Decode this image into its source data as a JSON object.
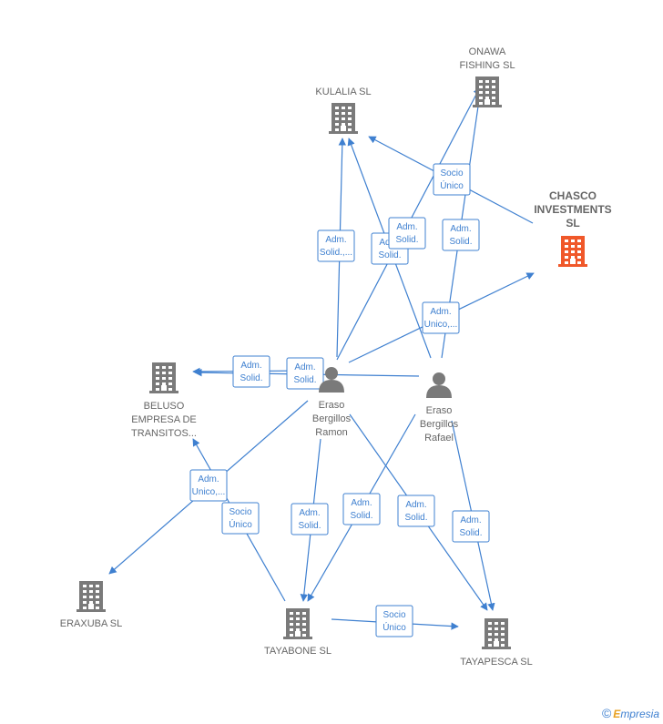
{
  "diagram": {
    "nodes": [
      {
        "id": "kulalia",
        "type": "company",
        "label": [
          "KULALIA  SL"
        ]
      },
      {
        "id": "onawa",
        "type": "company",
        "label": [
          "ONAWA",
          "FISHING  SL"
        ]
      },
      {
        "id": "chasco",
        "type": "company-main",
        "label": [
          "CHASCO",
          "INVESTMENTS",
          "SL"
        ]
      },
      {
        "id": "beluso",
        "type": "company",
        "label": [
          "BELUSO",
          "EMPRESA DE",
          "TRANSITOS..."
        ]
      },
      {
        "id": "ramon",
        "type": "person",
        "label": [
          "Eraso",
          "Bergillos",
          "Ramon"
        ]
      },
      {
        "id": "rafael",
        "type": "person",
        "label": [
          "Eraso",
          "Bergillos",
          "Rafael"
        ]
      },
      {
        "id": "eraxuba",
        "type": "company",
        "label": [
          "ERAXUBA  SL"
        ]
      },
      {
        "id": "tayabone",
        "type": "company",
        "label": [
          "TAYABONE  SL"
        ]
      },
      {
        "id": "tayapesca",
        "type": "company",
        "label": [
          "TAYAPESCA  SL"
        ]
      }
    ],
    "edges": [
      {
        "from": "rafael",
        "to": "chasco",
        "label": [
          "Socio",
          "Único"
        ]
      },
      {
        "from": "ramon",
        "to": "kulalia",
        "label": [
          "Adm.",
          "Solid.,..."
        ]
      },
      {
        "from": "rafael",
        "to": "kulalia",
        "label": [
          "Adm.",
          "Solid."
        ]
      },
      {
        "from": "ramon",
        "to": "onawa",
        "label": [
          "Adm.",
          "Solid."
        ]
      },
      {
        "from": "rafael",
        "to": "onawa",
        "label": [
          "Adm.",
          "Solid."
        ]
      },
      {
        "from": "ramon",
        "to": "chasco",
        "label": [
          "Adm.",
          "Unico,..."
        ]
      },
      {
        "from": "ramon",
        "to": "beluso",
        "label": [
          "Adm.",
          "Solid."
        ]
      },
      {
        "from": "rafael",
        "to": "beluso",
        "label": [
          "Adm.",
          "Solid."
        ]
      },
      {
        "from": "ramon",
        "to": "eraxuba",
        "label": [
          "Adm.",
          "Unico,..."
        ]
      },
      {
        "from": "tayabone",
        "to": "beluso",
        "label": [
          "Socio",
          "Único"
        ]
      },
      {
        "from": "ramon",
        "to": "tayabone",
        "label": [
          "Adm.",
          "Solid."
        ]
      },
      {
        "from": "rafael",
        "to": "tayabone",
        "label": [
          "Adm.",
          "Solid."
        ]
      },
      {
        "from": "ramon",
        "to": "tayapesca",
        "label": [
          "Adm.",
          "Solid."
        ]
      },
      {
        "from": "rafael",
        "to": "tayapesca",
        "label": [
          "Adm.",
          "Solid."
        ]
      },
      {
        "from": "tayabone",
        "to": "tayapesca",
        "label": [
          "Socio",
          "Único"
        ]
      }
    ]
  },
  "colors": {
    "edge": "#3f80d0",
    "company": "#7a7a7a",
    "main_company": "#f0582a",
    "person": "#7a7a7a",
    "label": "#666666"
  },
  "watermark": {
    "copyright": "©",
    "brand_initial": "E",
    "brand_rest": "mpresia"
  }
}
